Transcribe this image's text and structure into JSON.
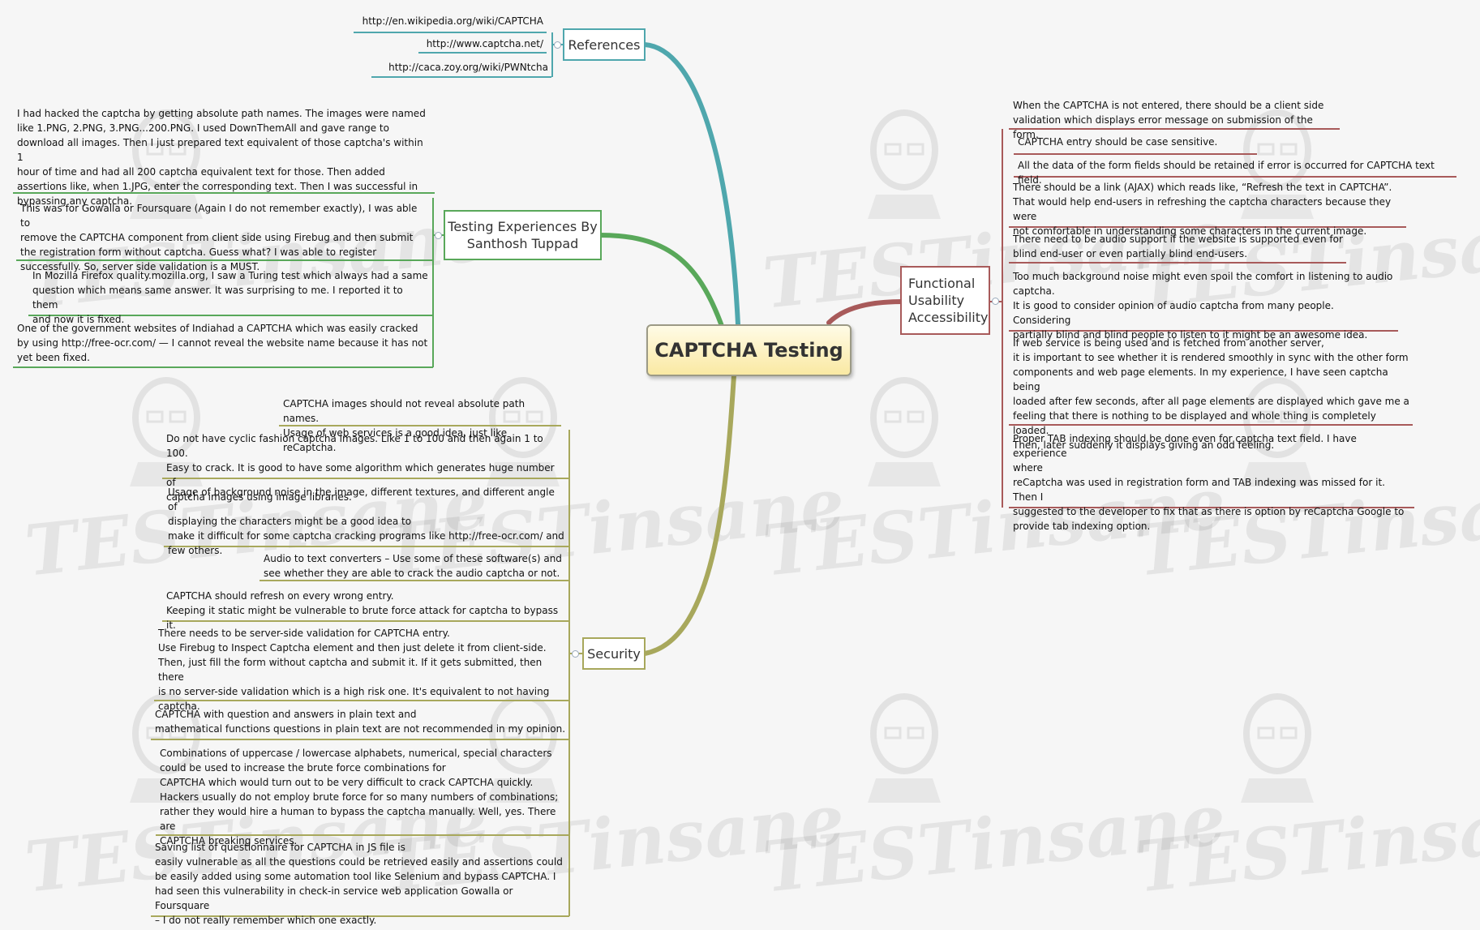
{
  "central": "CAPTCHA Testing",
  "colors": {
    "references": "#4fa7ad",
    "testing": "#59a85a",
    "security": "#a8a85c",
    "functional": "#a85a5a"
  },
  "watermark": {
    "text": "TESTinsane"
  },
  "references": {
    "title": "References",
    "items": [
      "http://en.wikipedia.org/wiki/CAPTCHA",
      "http://www.captcha.net/",
      "http://caca.zoy.org/wiki/PWNtcha"
    ]
  },
  "testing": {
    "title": "Testing Experiences By\nSanthosh Tuppad",
    "items": [
      "I had hacked the captcha by getting absolute path names. The images were named\nlike 1.PNG, 2.PNG, 3.PNG...200.PNG. I used DownThemAll and gave range to\ndownload all images. Then I just prepared text equivalent of those captcha's within 1\nhour of time and had all 200 captcha equivalent text for those. Then added\nassertions like, when 1.JPG, enter the corresponding text. Then I was successful in\nbypassing any captcha.",
      "This was for Gowalla or Foursquare (Again I do not remember exactly), I was able to\nremove the CAPTCHA component from client side using Firebug and then submit\nthe registration form without captcha. Guess what? I was able to register\nsuccessfully. So, server side validation is a MUST.",
      "In Mozilla Firefox quality.mozilla.org, I saw a Turing test which always had a same\nquestion which means same answer. It was surprising to me. I reported it to them\nand now it is fixed.",
      "One of the government websites of Indiahad a CAPTCHA which was easily cracked\nby using http://free-ocr.com/ — I cannot reveal the website name because it has not\nyet been fixed."
    ]
  },
  "security": {
    "title": "Security",
    "items": [
      "CAPTCHA images should not reveal absolute path names.\nUsage of web services is a good idea, just like reCaptcha.",
      "Do not have cyclic fashion captcha images. Like 1 to 100 and then again 1 to 100.\nEasy to crack. It is good to have some algorithm which generates huge number of\ncaptcha images using image libraries.",
      "Usage of background noise in the image, different textures, and different angle of\n displaying the characters might be a good idea to\nmake it difficult for some captcha cracking programs like http://free-ocr.com/ and\nfew others.",
      "Audio to text converters – Use some of these software(s) and\nsee whether they are able to crack the audio captcha or not.",
      "CAPTCHA should refresh on every wrong entry.\nKeeping it static might be vulnerable to brute force attack for captcha to bypass it.",
      "There needs to be server-side validation for CAPTCHA entry.\nUse Firebug to Inspect Captcha element and then just delete it from client-side.\nThen, just fill the form without captcha and submit it. If it gets submitted, then there\nis no server-side validation which is a high risk one. It's equivalent to not having\ncaptcha.",
      "CAPTCHA with question and answers in plain text and\nmathematical functions questions in plain text are not recommended in my opinion.",
      "Combinations of uppercase / lowercase alphabets, numerical, special characters\ncould be used to increase the brute force combinations for\nCAPTCHA which would turn out to be very difficult to crack CAPTCHA quickly.\nHackers usually do not employ brute force for so many numbers of combinations;\nrather they would hire a human to bypass the captcha manually. Well, yes. There are\nCAPTCHA breaking services.",
      "Saving list of questionnaire for CAPTCHA in JS file is\n easily vulnerable as all the questions could be retrieved easily and assertions could\nbe easily added using some automation tool like Selenium and bypass CAPTCHA. I\nhad seen this vulnerability in check-in service web application Gowalla or Foursquare\n– I do not really remember which one exactly."
    ]
  },
  "functional": {
    "title": "Functional\nUsability\nAccessibility",
    "items": [
      "When the CAPTCHA is not entered, there should be a client side\nvalidation which displays error message on submission of the form.",
      "CAPTCHA entry should be case sensitive.",
      "All the data of the form fields should be retained if error is occurred for CAPTCHA text field.",
      "There should be a link (AJAX) which reads like, “Refresh the text in CAPTCHA”.\nThat would help end-users in refreshing the captcha characters because they were\nnot comfortable in understanding some characters in the current image.",
      "There need to be audio support if the website is supported even for\nblind end-user or even partially blind end-users.",
      "Too much background noise might even spoil the comfort in listening to audio\n captcha.\nIt is good to consider opinion of audio captcha from many people. Considering\npartially blind and blind people to listen to it might be an awesome idea.",
      "If web service is being used and is fetched from another server,\nit is important to see whether it is rendered smoothly in sync with the other form\ncomponents and web page elements. In my experience, I have seen captcha being\n loaded after few seconds, after all page elements are displayed which gave me a\nfeeling that there is nothing to be displayed and whole thing is completely loaded.\nThen, later suddenly it displays giving an odd feeling.",
      "Proper TAB indexing should be done even for captcha text field. I have experience\n where\nreCaptcha was used in registration form and TAB indexing was missed for it. Then I\n suggested to the developer to fix that as there is option by reCaptcha Google to\nprovide tab indexing option."
    ]
  }
}
